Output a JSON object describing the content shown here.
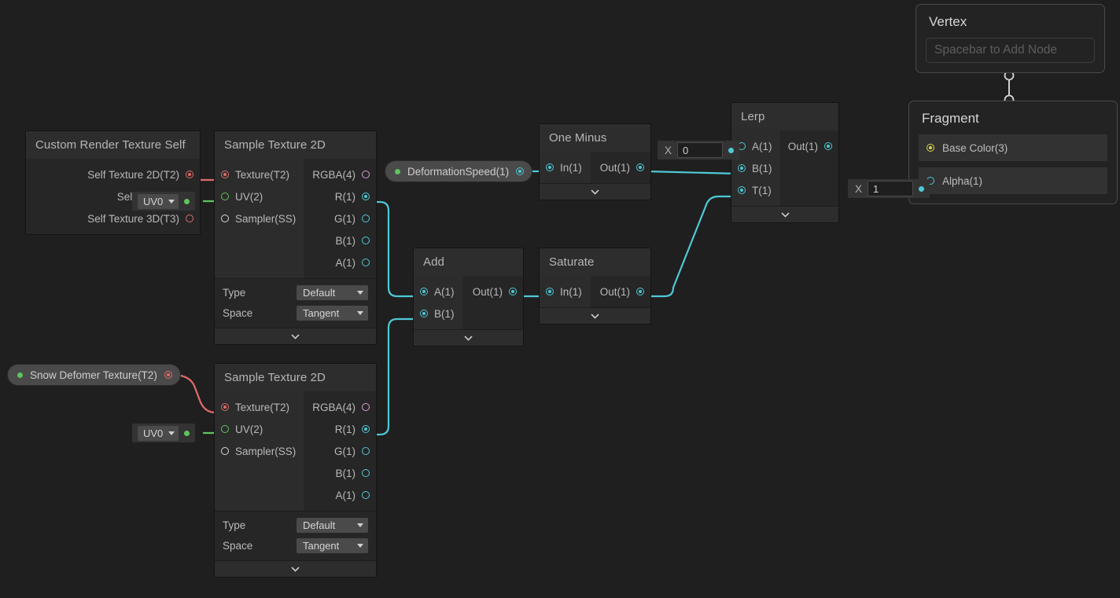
{
  "app": {
    "name": "unity-shader-graph-canvas",
    "background": "#1f1f1f"
  },
  "colors": {
    "cyan": "#4ec9d6",
    "red": "#e06a6a",
    "green": "#5ec45e",
    "pink": "#d99ed9",
    "yellow": "#d8d84a",
    "white": "#d8d8d8",
    "node_bg": "#262626",
    "node_header": "#2d2d2d"
  },
  "nodes": {
    "custom_render_texture_self": {
      "title": "Custom Render Texture Self",
      "outputs": [
        {
          "label": "Self Texture 2D(T2)",
          "color": "red",
          "connected": true
        },
        {
          "label": "Self Texture (",
          "color": "green",
          "connected": true
        },
        {
          "label": "Self Texture 3D(T3)",
          "color": "red",
          "connected": false
        }
      ]
    },
    "sample_texture_2d_top": {
      "title": "Sample Texture 2D",
      "inputs": [
        {
          "label": "Texture(T2)",
          "color": "red",
          "connected": true
        },
        {
          "label": "UV(2)",
          "color": "green",
          "connected": false
        },
        {
          "label": "Sampler(SS)",
          "color": "white",
          "connected": false
        }
      ],
      "outputs": [
        {
          "label": "RGBA(4)",
          "color": "pink",
          "connected": false
        },
        {
          "label": "R(1)",
          "color": "cyan",
          "connected": true
        },
        {
          "label": "G(1)",
          "color": "cyan",
          "connected": false
        },
        {
          "label": "B(1)",
          "color": "cyan",
          "connected": false
        },
        {
          "label": "A(1)",
          "color": "cyan",
          "connected": false
        }
      ],
      "settings": [
        {
          "key": "Type",
          "value": "Default"
        },
        {
          "key": "Space",
          "value": "Tangent"
        }
      ]
    },
    "sample_texture_2d_bottom": {
      "title": "Sample Texture 2D",
      "inputs": [
        {
          "label": "Texture(T2)",
          "color": "red",
          "connected": true
        },
        {
          "label": "UV(2)",
          "color": "green",
          "connected": false
        },
        {
          "label": "Sampler(SS)",
          "color": "white",
          "connected": false
        }
      ],
      "outputs": [
        {
          "label": "RGBA(4)",
          "color": "pink",
          "connected": false
        },
        {
          "label": "R(1)",
          "color": "cyan",
          "connected": true
        },
        {
          "label": "G(1)",
          "color": "cyan",
          "connected": false
        },
        {
          "label": "B(1)",
          "color": "cyan",
          "connected": false
        },
        {
          "label": "A(1)",
          "color": "cyan",
          "connected": false
        }
      ],
      "settings": [
        {
          "key": "Type",
          "value": "Default"
        },
        {
          "key": "Space",
          "value": "Tangent"
        }
      ]
    },
    "one_minus": {
      "title": "One Minus",
      "inputs": [
        {
          "label": "In(1)",
          "color": "cyan",
          "connected": true
        }
      ],
      "outputs": [
        {
          "label": "Out(1)",
          "color": "cyan",
          "connected": true
        }
      ]
    },
    "add": {
      "title": "Add",
      "inputs": [
        {
          "label": "A(1)",
          "color": "cyan",
          "connected": true
        },
        {
          "label": "B(1)",
          "color": "cyan",
          "connected": true
        }
      ],
      "outputs": [
        {
          "label": "Out(1)",
          "color": "cyan",
          "connected": true
        }
      ]
    },
    "saturate": {
      "title": "Saturate",
      "inputs": [
        {
          "label": "In(1)",
          "color": "cyan",
          "connected": true
        }
      ],
      "outputs": [
        {
          "label": "Out(1)",
          "color": "cyan",
          "connected": true
        }
      ]
    },
    "lerp": {
      "title": "Lerp",
      "inputs": [
        {
          "label": "A(1)",
          "color": "cyan",
          "connected": false
        },
        {
          "label": "B(1)",
          "color": "cyan",
          "connected": true
        },
        {
          "label": "T(1)",
          "color": "cyan",
          "connected": true
        }
      ],
      "outputs": [
        {
          "label": "Out(1)",
          "color": "cyan",
          "connected": true
        }
      ]
    }
  },
  "properties": [
    {
      "name": "deformation_speed",
      "label": "DeformationSpeed(1)",
      "port_color": "cyan",
      "port_connected": true
    },
    {
      "name": "snow_deformer_texture",
      "label": "Snow Defomer Texture(T2)",
      "port_color": "red",
      "port_connected": true
    }
  ],
  "widgets": {
    "uv_top": {
      "label": "UV0",
      "port_color": "green"
    },
    "uv_bottom": {
      "label": "UV0",
      "port_color": "green"
    },
    "float_zero": {
      "axis": "X",
      "value": "0",
      "port_color": "cyan"
    },
    "float_one": {
      "axis": "X",
      "value": "1",
      "port_color": "cyan"
    }
  },
  "master_stacks": {
    "vertex": {
      "title": "Vertex",
      "placeholder": "Spacebar to Add Node",
      "blocks": []
    },
    "fragment": {
      "title": "Fragment",
      "blocks": [
        {
          "label": "Base Color(3)",
          "color": "yellow",
          "connected": true
        },
        {
          "label": "Alpha(1)",
          "color": "cyan",
          "connected": false
        }
      ]
    }
  }
}
